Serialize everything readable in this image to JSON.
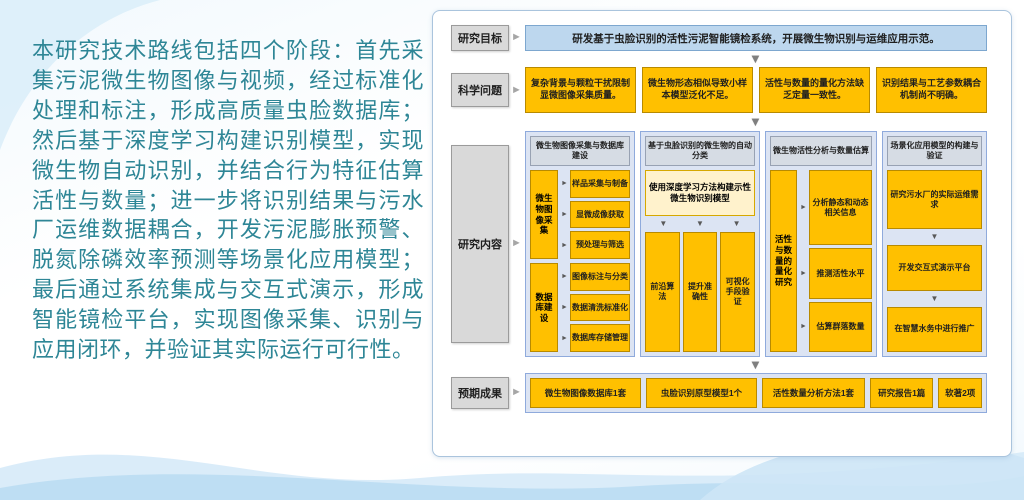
{
  "slide": {
    "left_text": "本研究技术路线包括四个阶段：首先采集污泥微生物图像与视频，经过标准化处理和标注，形成高质量虫脸数据库；然后基于深度学习构建识别模型，实现微生物自动识别，并结合行为特征估算活性与数量；进一步将识别结果与污水厂运维数据耦合，开发污泥膨胀预警、脱氮除磷效率预测等场景化应用模型；最后通过系统集成与交互式演示，形成智能镜检平台，实现图像采集、识别与应用闭环，并验证其实际运行可行性。"
  },
  "diagram": {
    "goal": {
      "label": "研究目标",
      "content": "研发基于虫脸识别的活性污泥智能镜检系统，开展微生物识别与运维应用示范。"
    },
    "problems": {
      "label": "科学问题",
      "items": [
        "复杂背景与颗粒干扰限制显微图像采集质量。",
        "微生物形态相似导致小样本模型泛化不足。",
        "活性与数量的量化方法缺乏定量一致性。",
        "识别结果与工艺参数耦合机制尚不明确。"
      ]
    },
    "research": {
      "label": "研究内容",
      "col1": {
        "header": "微生物图像采集与数据库建设",
        "group1": {
          "label": "微生物图像采集",
          "items": [
            "样品采集与制备",
            "显微成像获取",
            "预处理与筛选"
          ]
        },
        "group2": {
          "label": "数据库建设",
          "items": [
            "图像标注与分类",
            "数据清洗标准化",
            "数据库存储管理"
          ]
        }
      },
      "col2": {
        "header": "基于虫脸识别的微生物的自动分类",
        "top": "使用深度学习方法构建示性微生物识别模型",
        "items": [
          "前沿算法",
          "提升准确性",
          "可视化手段验证"
        ]
      },
      "col3": {
        "header": "微生物活性分析与数量估算",
        "side": "活性与数量的量化研究",
        "items": [
          "分析静态和动态相关信息",
          "推测活性水平",
          "估算群落数量"
        ]
      },
      "col4": {
        "header": "场景化应用模型的构建与验证",
        "items": [
          "研究污水厂的实际运维需求",
          "开发交互式演示平台",
          "在智慧水务中进行推广"
        ]
      }
    },
    "results": {
      "label": "预期成果",
      "items": [
        "微生物图像数据库1套",
        "虫脸识别原型模型1个",
        "活性数量分析方法1套",
        "研究报告1篇",
        "软著2项"
      ]
    }
  },
  "icons": {
    "arrow_right": "►",
    "arrow_down": "▼"
  },
  "colors": {
    "accent_orange": "#FFC000",
    "goal_blue": "#BDD7EE",
    "stage_gray": "#D9D9D9",
    "column_bg": "#DCE4F3",
    "pale_yellow": "#FFF2CC",
    "left_text_teal": "#2E8696"
  }
}
